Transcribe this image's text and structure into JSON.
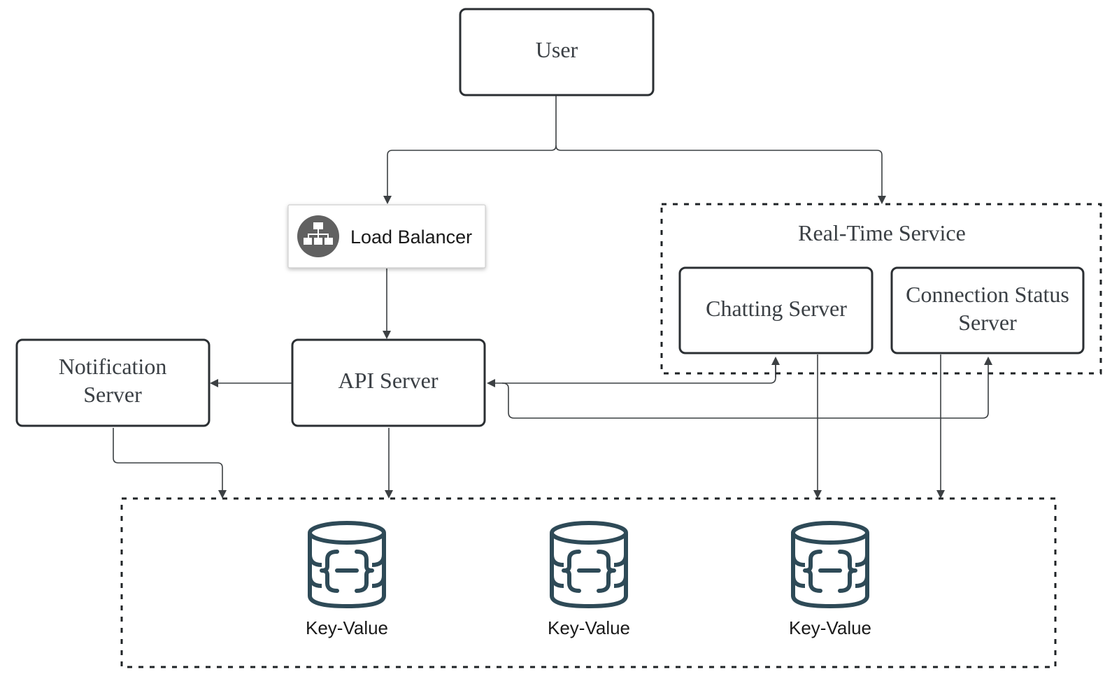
{
  "nodes": {
    "user": "User",
    "load_balancer": "Load Balancer",
    "real_time_service": "Real-Time Service",
    "chatting_server": "Chatting Server",
    "connection_status_server": [
      "Connection Status",
      "Server"
    ],
    "notification_server": [
      "Notification",
      "Server"
    ],
    "api_server": "API Server"
  },
  "storage": {
    "databases": [
      {
        "label": "Key-Value",
        "icon": "key-value-database-icon"
      },
      {
        "label": "Key-Value",
        "icon": "key-value-database-icon"
      },
      {
        "label": "Key-Value",
        "icon": "key-value-database-icon"
      }
    ]
  },
  "icons": {
    "load_balancer": "network-hierarchy-icon"
  },
  "colors": {
    "stroke": "#2b2f33",
    "edge": "#3c4043",
    "database": "#2e4a57",
    "lb_icon_bg": "#616161"
  }
}
